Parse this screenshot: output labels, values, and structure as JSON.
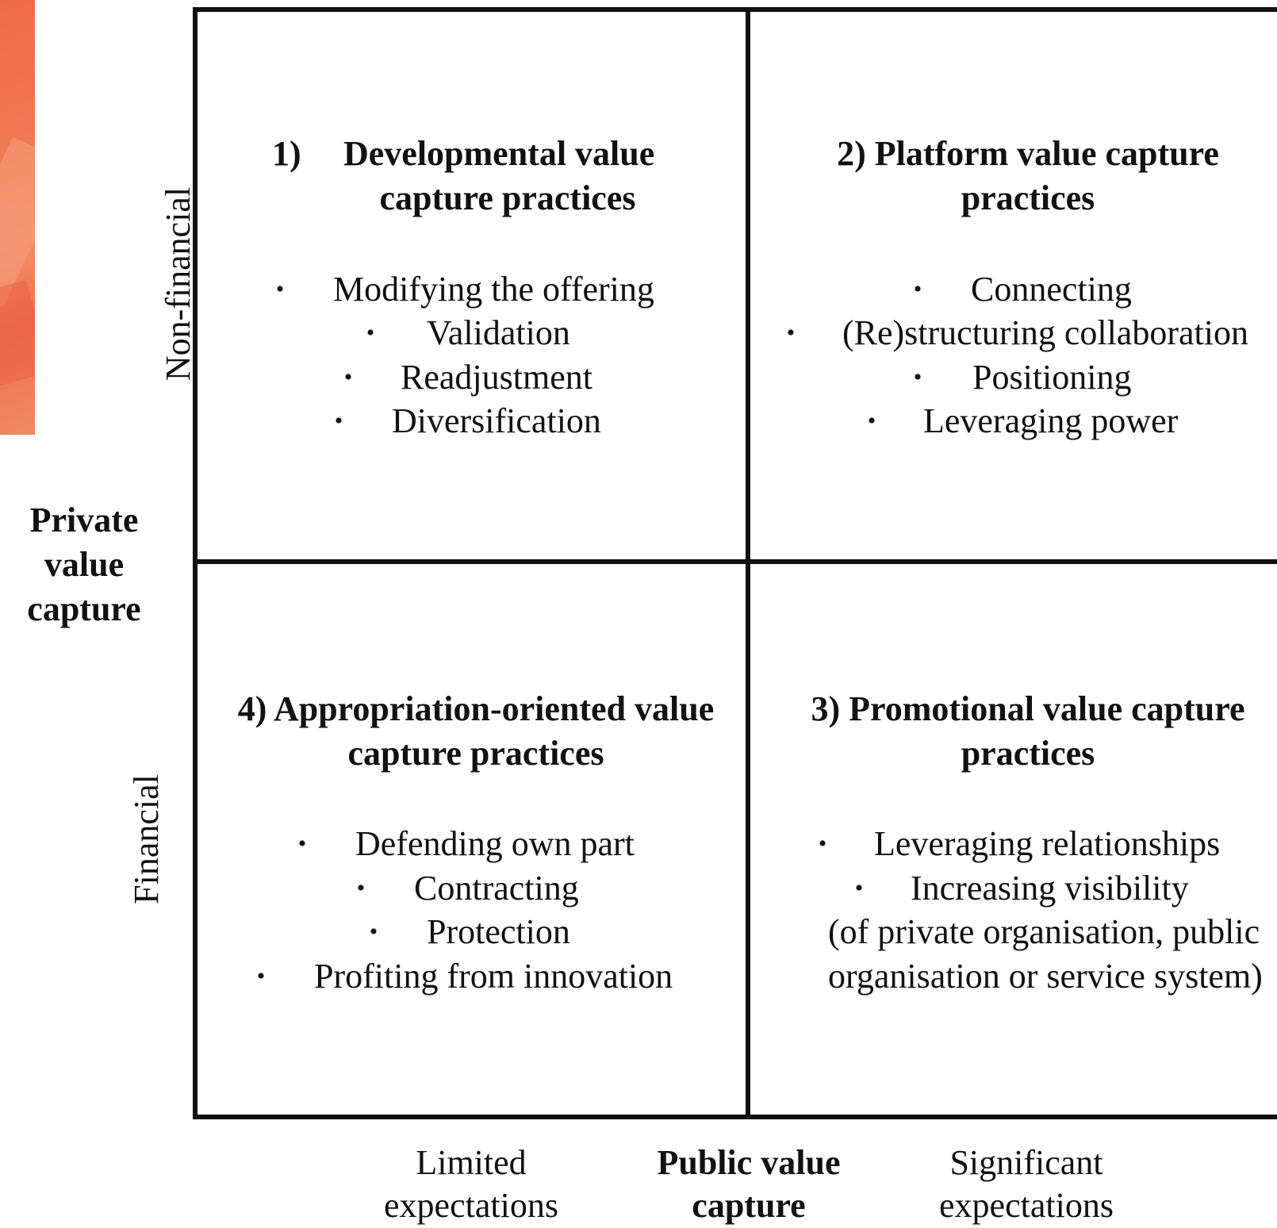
{
  "quadrants": {
    "q1": {
      "number": "1)",
      "title_line1": "Developmental value",
      "title_line2": "capture practices",
      "items": [
        "Modifying the offering",
        "Validation",
        "Readjustment",
        "Diversification"
      ]
    },
    "q2": {
      "title_line1": "2) Platform value capture",
      "title_line2": "practices",
      "items": [
        "Connecting",
        "(Re)structuring collaboration",
        "Positioning",
        "Leveraging power"
      ]
    },
    "q3": {
      "title_line1": "3) Promotional value capture",
      "title_line2": "practices",
      "items": [
        "Leveraging relationships",
        "Increasing visibility"
      ],
      "note_line1": "(of private organisation, public",
      "note_line2": "organisation or service system)"
    },
    "q4": {
      "title_line1": "4) Appropriation-oriented value",
      "title_line2": "capture practices",
      "items": [
        "Defending own part",
        "Contracting",
        "Protection",
        "Profiting from innovation"
      ]
    }
  },
  "y_axis": {
    "title_line1": "Private",
    "title_line2": "value",
    "title_line3": "capture",
    "top_label": "Non-financial",
    "bottom_label": "Financial"
  },
  "x_axis": {
    "title_line1": "Public value",
    "title_line2": "capture",
    "left_label_line1": "Limited",
    "left_label_line2": "expectations",
    "right_label_line1": "Significant",
    "right_label_line2": "expectations"
  },
  "bullet_symbol": "•",
  "colors": {
    "lines": "#111111",
    "corner_graphic": "#ef6a44"
  }
}
